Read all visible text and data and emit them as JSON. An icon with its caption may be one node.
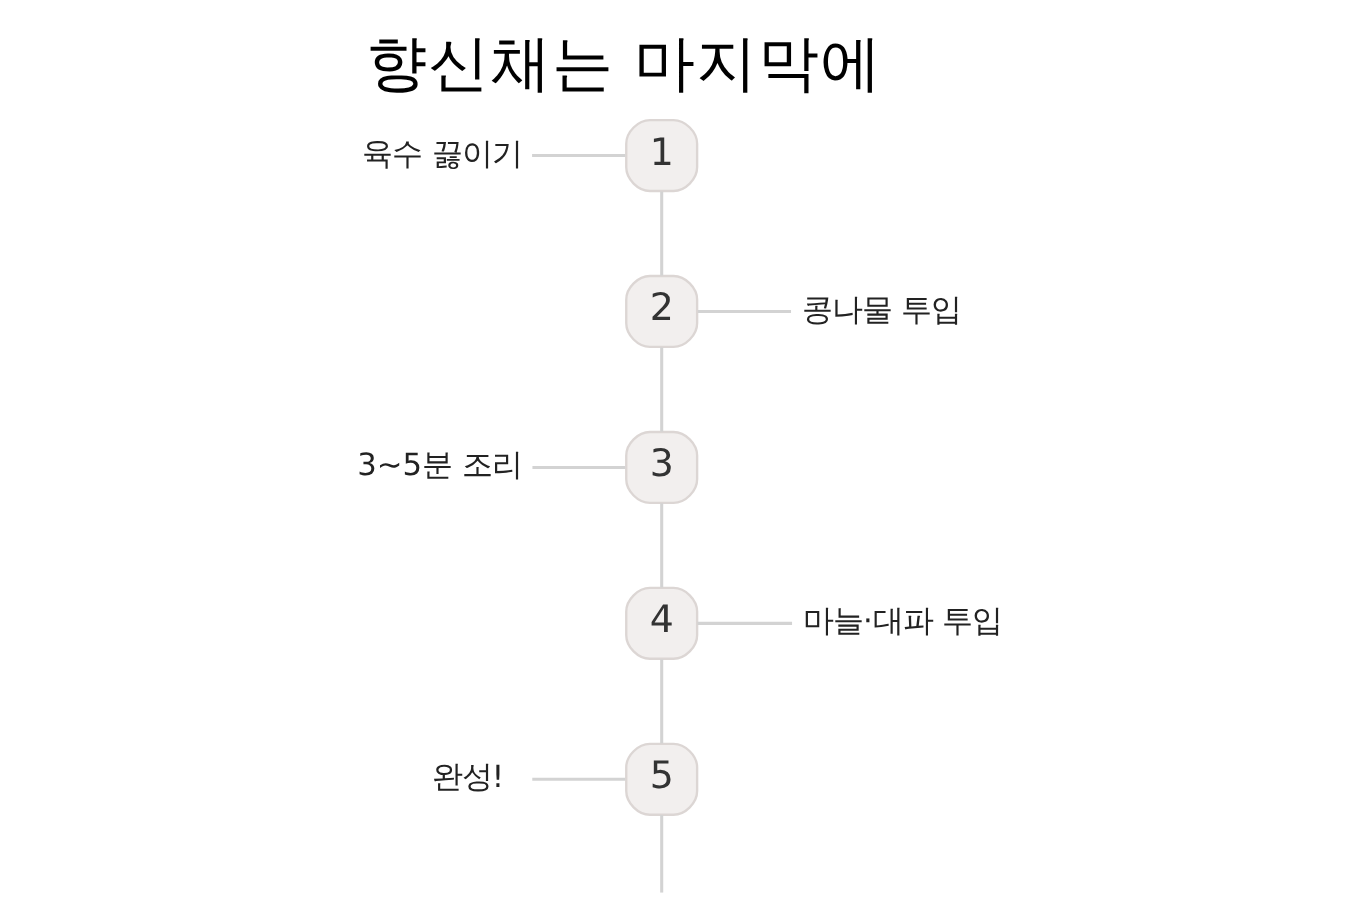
{
  "diagram": {
    "title": "향신채는 마지막에",
    "nodes": [
      {
        "text": [
          "육수 끓이기"
        ]
      },
      {
        "text": [
          "1"
        ]
      },
      {
        "text": [
          "2"
        ]
      },
      {
        "text": [
          "콩나물 투입"
        ]
      },
      {
        "text": [
          "3~5분 조리"
        ]
      },
      {
        "text": [
          "3"
        ]
      },
      {
        "text": [
          "4"
        ]
      },
      {
        "text": [
          "마늘·대파 투입"
        ]
      },
      {
        "text": [
          "완성!"
        ]
      },
      {
        "text": [
          "5"
        ]
      }
    ],
    "edges": [
      {
        "from": 0,
        "to": 1,
        "arrow": "none"
      },
      {
        "from": 1,
        "to": 2,
        "arrow": "none"
      },
      {
        "from": 2,
        "to": 3,
        "arrow": "none"
      },
      {
        "from": 4,
        "to": 5,
        "arrow": "none"
      },
      {
        "from": 2,
        "to": 5,
        "arrow": "none"
      },
      {
        "from": 5,
        "to": 6,
        "arrow": "none"
      },
      {
        "from": 6,
        "to": 7,
        "arrow": "none"
      },
      {
        "from": 8,
        "to": 9,
        "arrow": "none"
      },
      {
        "from": 6,
        "to": 9,
        "arrow": "none"
      },
      {
        "from": 9,
        "to": null,
        "arrow": "none"
      }
    ]
  }
}
